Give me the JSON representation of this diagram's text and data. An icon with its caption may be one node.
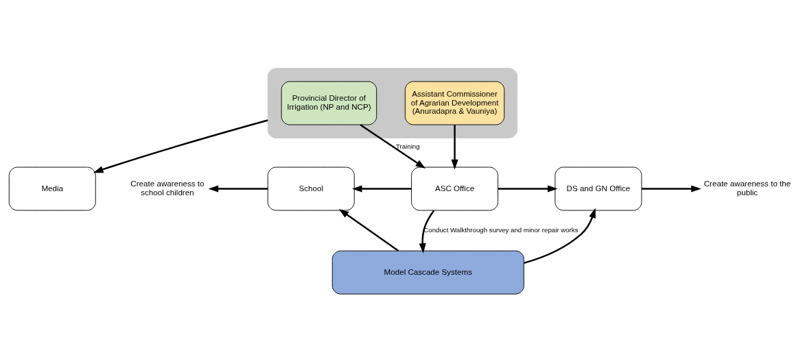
{
  "diagram": {
    "nodes": [
      {
        "text": [],
        "shape": "box"
      },
      {
        "text": [
          "Provincial Director of Irrigation (NP and NCP)"
        ],
        "in": 0
      },
      {
        "text": [
          "Assistant Commissioner of Agrarian Development (Anuradapra & Vauniya)"
        ],
        "in": 0
      },
      {
        "text": [
          "Media"
        ]
      },
      {
        "text": [
          "Create awareness to school children"
        ]
      },
      {
        "text": [
          "School"
        ]
      },
      {
        "text": [
          "ASC Office"
        ]
      },
      {
        "text": [
          "DS and GN Office"
        ]
      },
      {
        "text": [
          "Create awareness to the public"
        ]
      },
      {
        "text": [
          "Model Cascade Systems"
        ]
      }
    ],
    "edges": [
      {
        "from": 0,
        "to": 3,
        "arrow": "to"
      },
      {
        "from": 1,
        "to": 6,
        "arrow": "to",
        "label": "Training"
      },
      {
        "from": 2,
        "to": 6,
        "arrow": "to"
      },
      {
        "from": 6,
        "to": 5,
        "arrow": "to"
      },
      {
        "from": 5,
        "to": 4,
        "arrow": "to"
      },
      {
        "from": 6,
        "to": 7,
        "arrow": "to"
      },
      {
        "from": 7,
        "to": 8,
        "arrow": "to"
      },
      {
        "from": 6,
        "to": 9,
        "arrow": "to",
        "label": "Conduct Walkthrough survey and minor repair works"
      },
      {
        "from": 9,
        "to": 5,
        "arrow": "to"
      },
      {
        "from": 9,
        "to": 7,
        "arrow": "to"
      }
    ]
  }
}
